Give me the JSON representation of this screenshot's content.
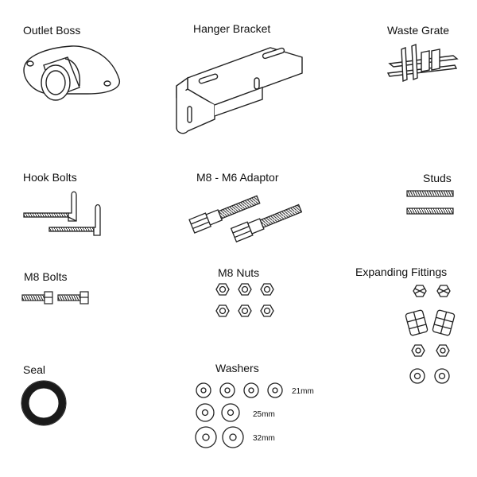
{
  "labels": {
    "outlet_boss": "Outlet Boss",
    "hanger_bracket": "Hanger Bracket",
    "waste_grate": "Waste Grate",
    "hook_bolts": "Hook Bolts",
    "m8_m6_adaptor": "M8 - M6 Adaptor",
    "studs": "Studs",
    "m8_bolts": "M8 Bolts",
    "m8_nuts": "M8 Nuts",
    "expanding_fittings": "Expanding Fittings",
    "seal": "Seal",
    "washers": "Washers"
  },
  "washer_sizes": {
    "small": "21mm",
    "medium": "25mm",
    "large": "32mm"
  }
}
